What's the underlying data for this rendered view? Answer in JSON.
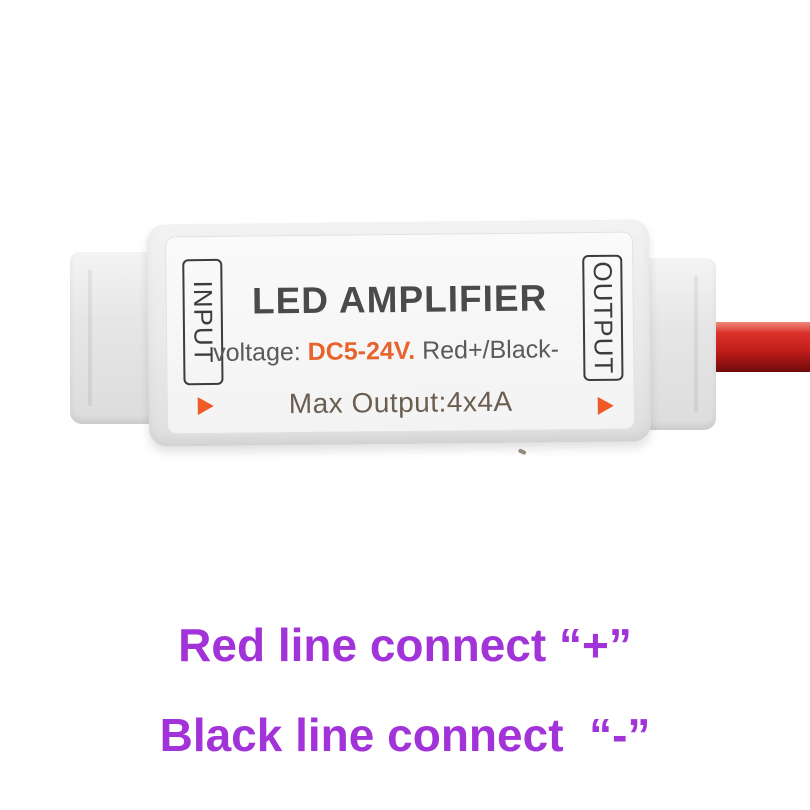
{
  "product_label": {
    "title": "LED AMPLIFIER",
    "voltage_prefix": "voltage: ",
    "voltage_value": "DC5-24V.",
    "voltage_suffix": " Red+/Black-",
    "max_output": "Max Output:4x4A",
    "input_label": "INPUT",
    "output_label": "OUTPUT"
  },
  "captions": {
    "line1": "Red line connect “+”",
    "line2": "Black line connect  “-”"
  },
  "colors": {
    "caption": "#a233d8",
    "voltage_highlight": "#e8622b",
    "arrow": "#f05a28",
    "cable": "#c41f1c"
  }
}
